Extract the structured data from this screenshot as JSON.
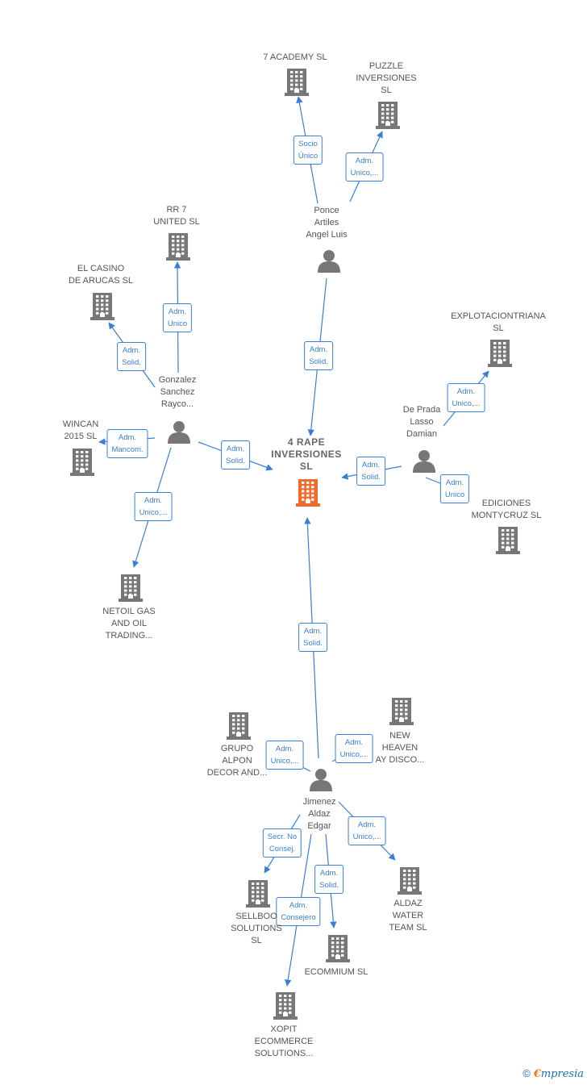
{
  "nodes": [
    {
      "id": "main",
      "type": "company",
      "main": true,
      "label": "4 RAPE\nINVERSIONES\nSL"
    },
    {
      "id": "academy",
      "type": "company",
      "label": "7 ACADEMY SL"
    },
    {
      "id": "puzzle",
      "type": "company",
      "label": "PUZZLE\nINVERSIONES\nSL"
    },
    {
      "id": "ponce",
      "type": "person",
      "label": "Ponce\nArtiles\nAngel Luis"
    },
    {
      "id": "rr7",
      "type": "company",
      "label": "RR 7\nUNITED  SL"
    },
    {
      "id": "casino",
      "type": "company",
      "label": "EL CASINO\nDE ARUCAS SL"
    },
    {
      "id": "gonzalez",
      "type": "person",
      "label": "Gonzalez\nSanchez\nRayco..."
    },
    {
      "id": "wincan",
      "type": "company",
      "label": "WINCAN\n2015  SL"
    },
    {
      "id": "netoil",
      "type": "company",
      "label": "NETOIL GAS\nAND OIL\nTRADING..."
    },
    {
      "id": "explot",
      "type": "company",
      "label": "EXPLOTACIONTRIANA\nSL"
    },
    {
      "id": "deprada",
      "type": "person",
      "label": "De Prada\nLasso\nDamian"
    },
    {
      "id": "ediciones",
      "type": "company",
      "label": "EDICIONES\nMONTYCRUZ SL"
    },
    {
      "id": "jimenez",
      "type": "person",
      "label": "Jimenez\nAldaz\nEdgar"
    },
    {
      "id": "grupo",
      "type": "company",
      "label": "GRUPO\nALPON\nDECOR AND..."
    },
    {
      "id": "newheaven",
      "type": "company",
      "label": "NEW\nHEAVEN\nAY DISCO..."
    },
    {
      "id": "sellboo",
      "type": "company",
      "label": "SELLBOO\nSOLUTIONS\nSL"
    },
    {
      "id": "aldaz",
      "type": "company",
      "label": "ALDAZ\nWATER\nTEAM  SL"
    },
    {
      "id": "ecommium",
      "type": "company",
      "label": "ECOMMIUM  SL"
    },
    {
      "id": "xopit",
      "type": "company",
      "label": "XOPIT\nECOMMERCE\nSOLUTIONS..."
    }
  ],
  "edges": [
    {
      "from": "ponce",
      "to": "academy",
      "label": "Socio\nÚnico"
    },
    {
      "from": "ponce",
      "to": "puzzle",
      "label": "Adm.\nUnico,..."
    },
    {
      "from": "ponce",
      "to": "main",
      "label": "Adm.\nSolid."
    },
    {
      "from": "gonzalez",
      "to": "rr7",
      "label": "Adm.\nUnico"
    },
    {
      "from": "gonzalez",
      "to": "casino",
      "label": "Adm.\nSolid."
    },
    {
      "from": "gonzalez",
      "to": "wincan",
      "label": "Adm.\nMancom."
    },
    {
      "from": "gonzalez",
      "to": "main",
      "label": "Adm.\nSolid."
    },
    {
      "from": "gonzalez",
      "to": "netoil",
      "label": "Adm.\nUnico,..."
    },
    {
      "from": "deprada",
      "to": "explot",
      "label": "Adm.\nUnico,..."
    },
    {
      "from": "deprada",
      "to": "main",
      "label": "Adm.\nSolid."
    },
    {
      "from": "deprada",
      "to": "ediciones",
      "label": "Adm.\nUnico"
    },
    {
      "from": "jimenez",
      "to": "main",
      "label": "Adm.\nSolid."
    },
    {
      "from": "jimenez",
      "to": "grupo",
      "label": "Adm.\nUnico,..."
    },
    {
      "from": "jimenez",
      "to": "newheaven",
      "label": "Adm.\nUnico,..."
    },
    {
      "from": "jimenez",
      "to": "sellboo",
      "label": "Secr.  No\nConsej."
    },
    {
      "from": "jimenez",
      "to": "aldaz",
      "label": "Adm.\nUnico,..."
    },
    {
      "from": "jimenez",
      "to": "ecommium",
      "label": "Adm.\nSolid."
    },
    {
      "from": "jimenez",
      "to": "xopit",
      "label": "Adm.\nConsejero"
    }
  ],
  "colors": {
    "edge": "#3a7fd5",
    "building": "#777777",
    "main_building": "#f26a2e",
    "person": "#777777",
    "text": "#555555"
  },
  "copyright": {
    "symbol": "©",
    "brand_first": "€",
    "brand_rest": "mpresia"
  }
}
